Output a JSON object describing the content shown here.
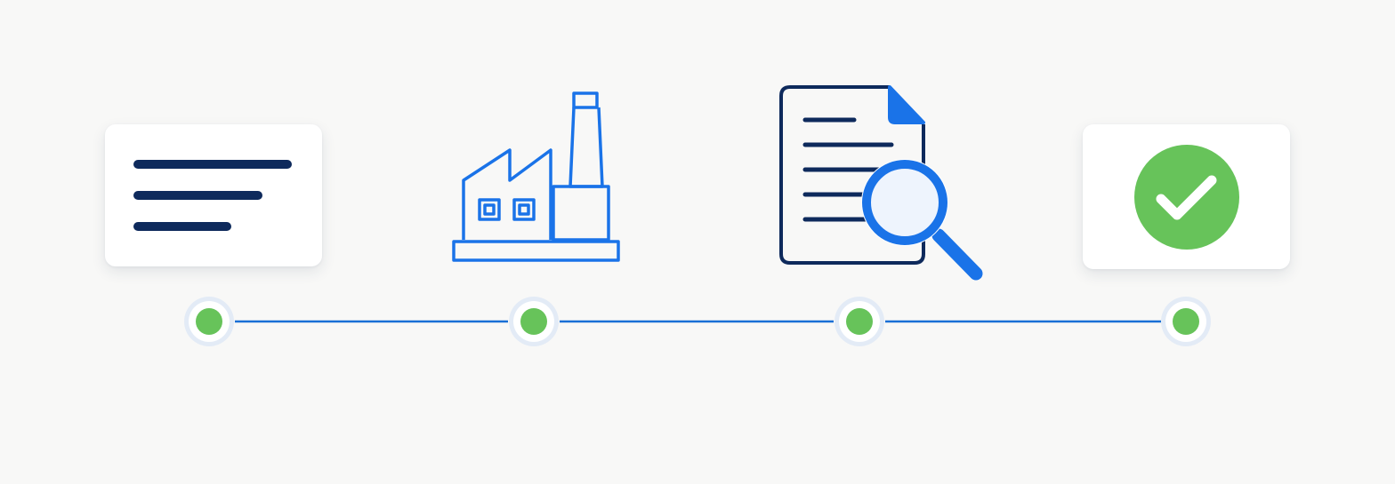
{
  "diagram": {
    "type": "process-timeline",
    "steps": [
      {
        "icon": "document-lines-icon",
        "status": "complete"
      },
      {
        "icon": "factory-icon",
        "status": "complete"
      },
      {
        "icon": "document-search-icon",
        "status": "complete"
      },
      {
        "icon": "check-circle-icon",
        "status": "complete"
      }
    ]
  },
  "colors": {
    "background": "#f8f8f7",
    "navy": "#0e2a5c",
    "blue": "#1a73e8",
    "green": "#67c35a",
    "connector": "#1a6fd6",
    "node_ring": "#e3ebf6"
  }
}
